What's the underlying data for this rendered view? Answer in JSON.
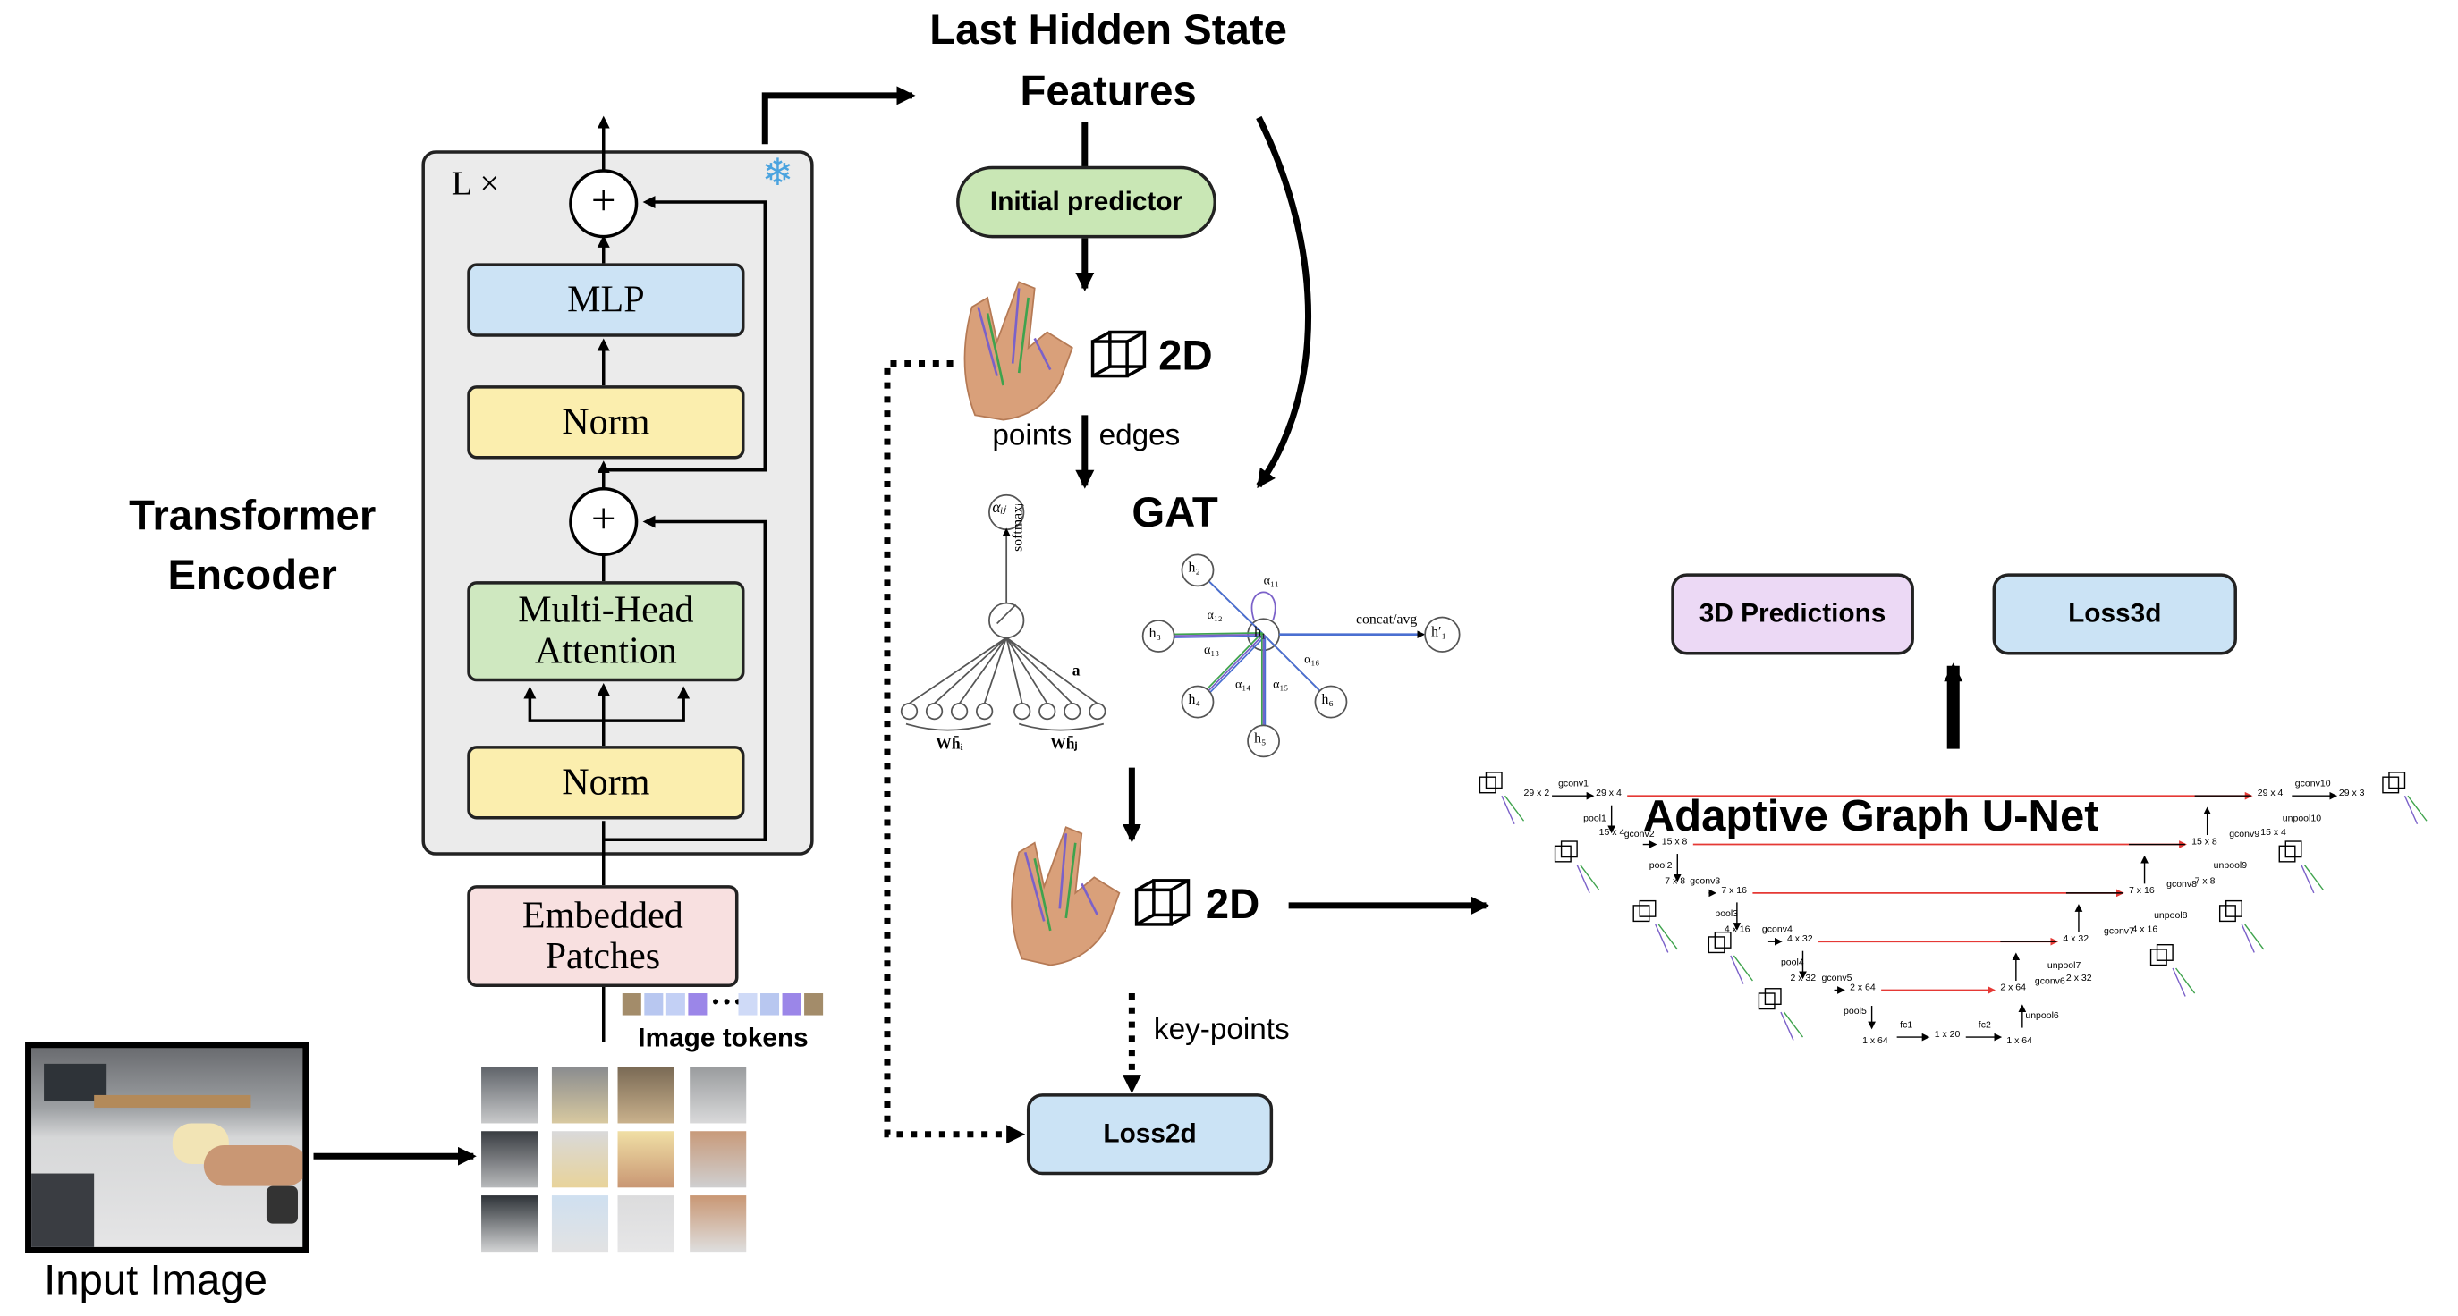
{
  "encoder": {
    "title": "Transformer Encoder",
    "repeat_label": "L ×",
    "mlp_label": "MLP",
    "norm_top_label": "Norm",
    "attention_label": "Multi-Head Attention",
    "norm_bottom_label": "Norm",
    "add_symbol": "+",
    "frozen_icon": "snowflake-icon",
    "embedded_patches_label": "Embedded Patches",
    "image_tokens_label": "Image tokens"
  },
  "input": {
    "label": "Input Image"
  },
  "pipeline": {
    "last_hidden_title": "Last Hidden State Features",
    "initial_predictor_label": "Initial predictor",
    "label_2d_top": "2D",
    "label_2d_bottom": "2D",
    "points_label": "points",
    "edges_label": "edges",
    "gat_label": "GAT",
    "keypoints_label": "key-points",
    "loss2d_label": "Loss2d"
  },
  "gat_figure": {
    "alpha_ij": "αᵢⱼ",
    "softmax_label": "softmaxⱼ",
    "a_label": "a",
    "w_hi": "Wh̄ᵢ",
    "w_hj": "Wh̄ⱼ",
    "h_nodes": [
      "h₁",
      "h₂",
      "h₃",
      "h₄",
      "h₅",
      "h₆"
    ],
    "h_out": "h′₁",
    "alpha_labels": [
      "α₁₁",
      "α₁₂",
      "α₁₃",
      "α₁₄",
      "α₁₅",
      "α₁₆"
    ],
    "concat_label": "concat/avg"
  },
  "unet": {
    "title": "Adaptive Graph U-Net",
    "pred_3d_label": "3D Predictions",
    "loss3d_label": "Loss3d",
    "layers": [
      "gconv1",
      "pool1",
      "gconv2",
      "pool2",
      "gconv3",
      "pool3",
      "gconv4",
      "pool4",
      "gconv5",
      "pool5",
      "fc1",
      "fc2",
      "unpool6",
      "gconv6",
      "unpool7",
      "gconv7",
      "unpool8",
      "gconv8",
      "unpool9",
      "gconv9",
      "unpool10",
      "gconv10"
    ],
    "shapes": [
      "29 x 2",
      "29 x 4",
      "15 x 4",
      "15 x 8",
      "7 x 8",
      "7 x 16",
      "4 x 16",
      "4 x 32",
      "2 x 32",
      "2 x 64",
      "1 x 64",
      "1 x 20",
      "1 x 64",
      "2 x 64",
      "2 x 32",
      "4 x 32",
      "4 x 16",
      "7 x 16",
      "7 x 8",
      "15 x 8",
      "15 x 4",
      "29 x 4",
      "29 x 3"
    ]
  },
  "colors": {
    "mlp": "#cce3f5",
    "norm": "#fbeeae",
    "attention": "#cfe8c0",
    "embedded": "#f8e0e0",
    "initial_predictor": "#c9e7b5",
    "loss": "#cbe3f5",
    "pred3d": "#ecd9f5",
    "encoder_bg": "#ebebeb",
    "skip_line": "#e53935"
  }
}
